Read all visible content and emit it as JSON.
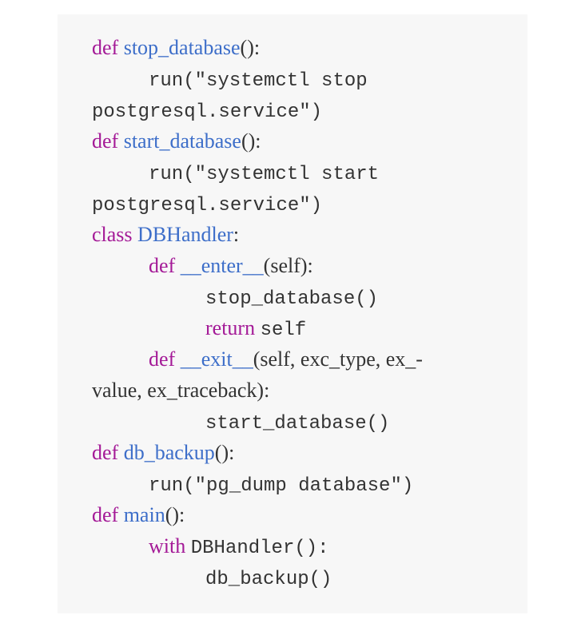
{
  "code": {
    "l1": {
      "kw": "def",
      "fn": "stop_database",
      "rest": "():"
    },
    "l2": {
      "mono": "run(\"systemctl stop"
    },
    "l3": {
      "mono": "postgresql.service\")"
    },
    "l4": {
      "kw": "def",
      "fn": "start_database",
      "rest": "():"
    },
    "l5": {
      "mono": "run(\"systemctl start"
    },
    "l6": {
      "mono": "postgresql.service\")"
    },
    "l7": {
      "kw": "class",
      "fn": "DBHandler",
      "rest": ":"
    },
    "l8": {
      "kw": "def",
      "fn": "__enter__",
      "rest": "(self):"
    },
    "l9": {
      "mono": "stop_database()"
    },
    "l10": {
      "kw": "return",
      "mono": "self"
    },
    "l11": {
      "kw": "def",
      "fn": "__exit__",
      "rest": "(self, exc_type, ex_-"
    },
    "l12": {
      "text": "value, ex_traceback):"
    },
    "l13": {
      "mono": "start_database()"
    },
    "l14": {
      "kw": "def",
      "fn": "db_backup",
      "rest": "():"
    },
    "l15": {
      "mono": "run(\"pg_dump database\")"
    },
    "l16": {
      "kw": "def",
      "fn": "main",
      "rest": "():"
    },
    "l17": {
      "kw": "with",
      "mono": "DBHandler():"
    },
    "l18": {
      "mono": "db_backup()"
    }
  },
  "colors": {
    "keyword": "#a41a97",
    "function_name": "#3d6ec9",
    "text": "#333333",
    "panel_background": "#f7f7f7"
  }
}
